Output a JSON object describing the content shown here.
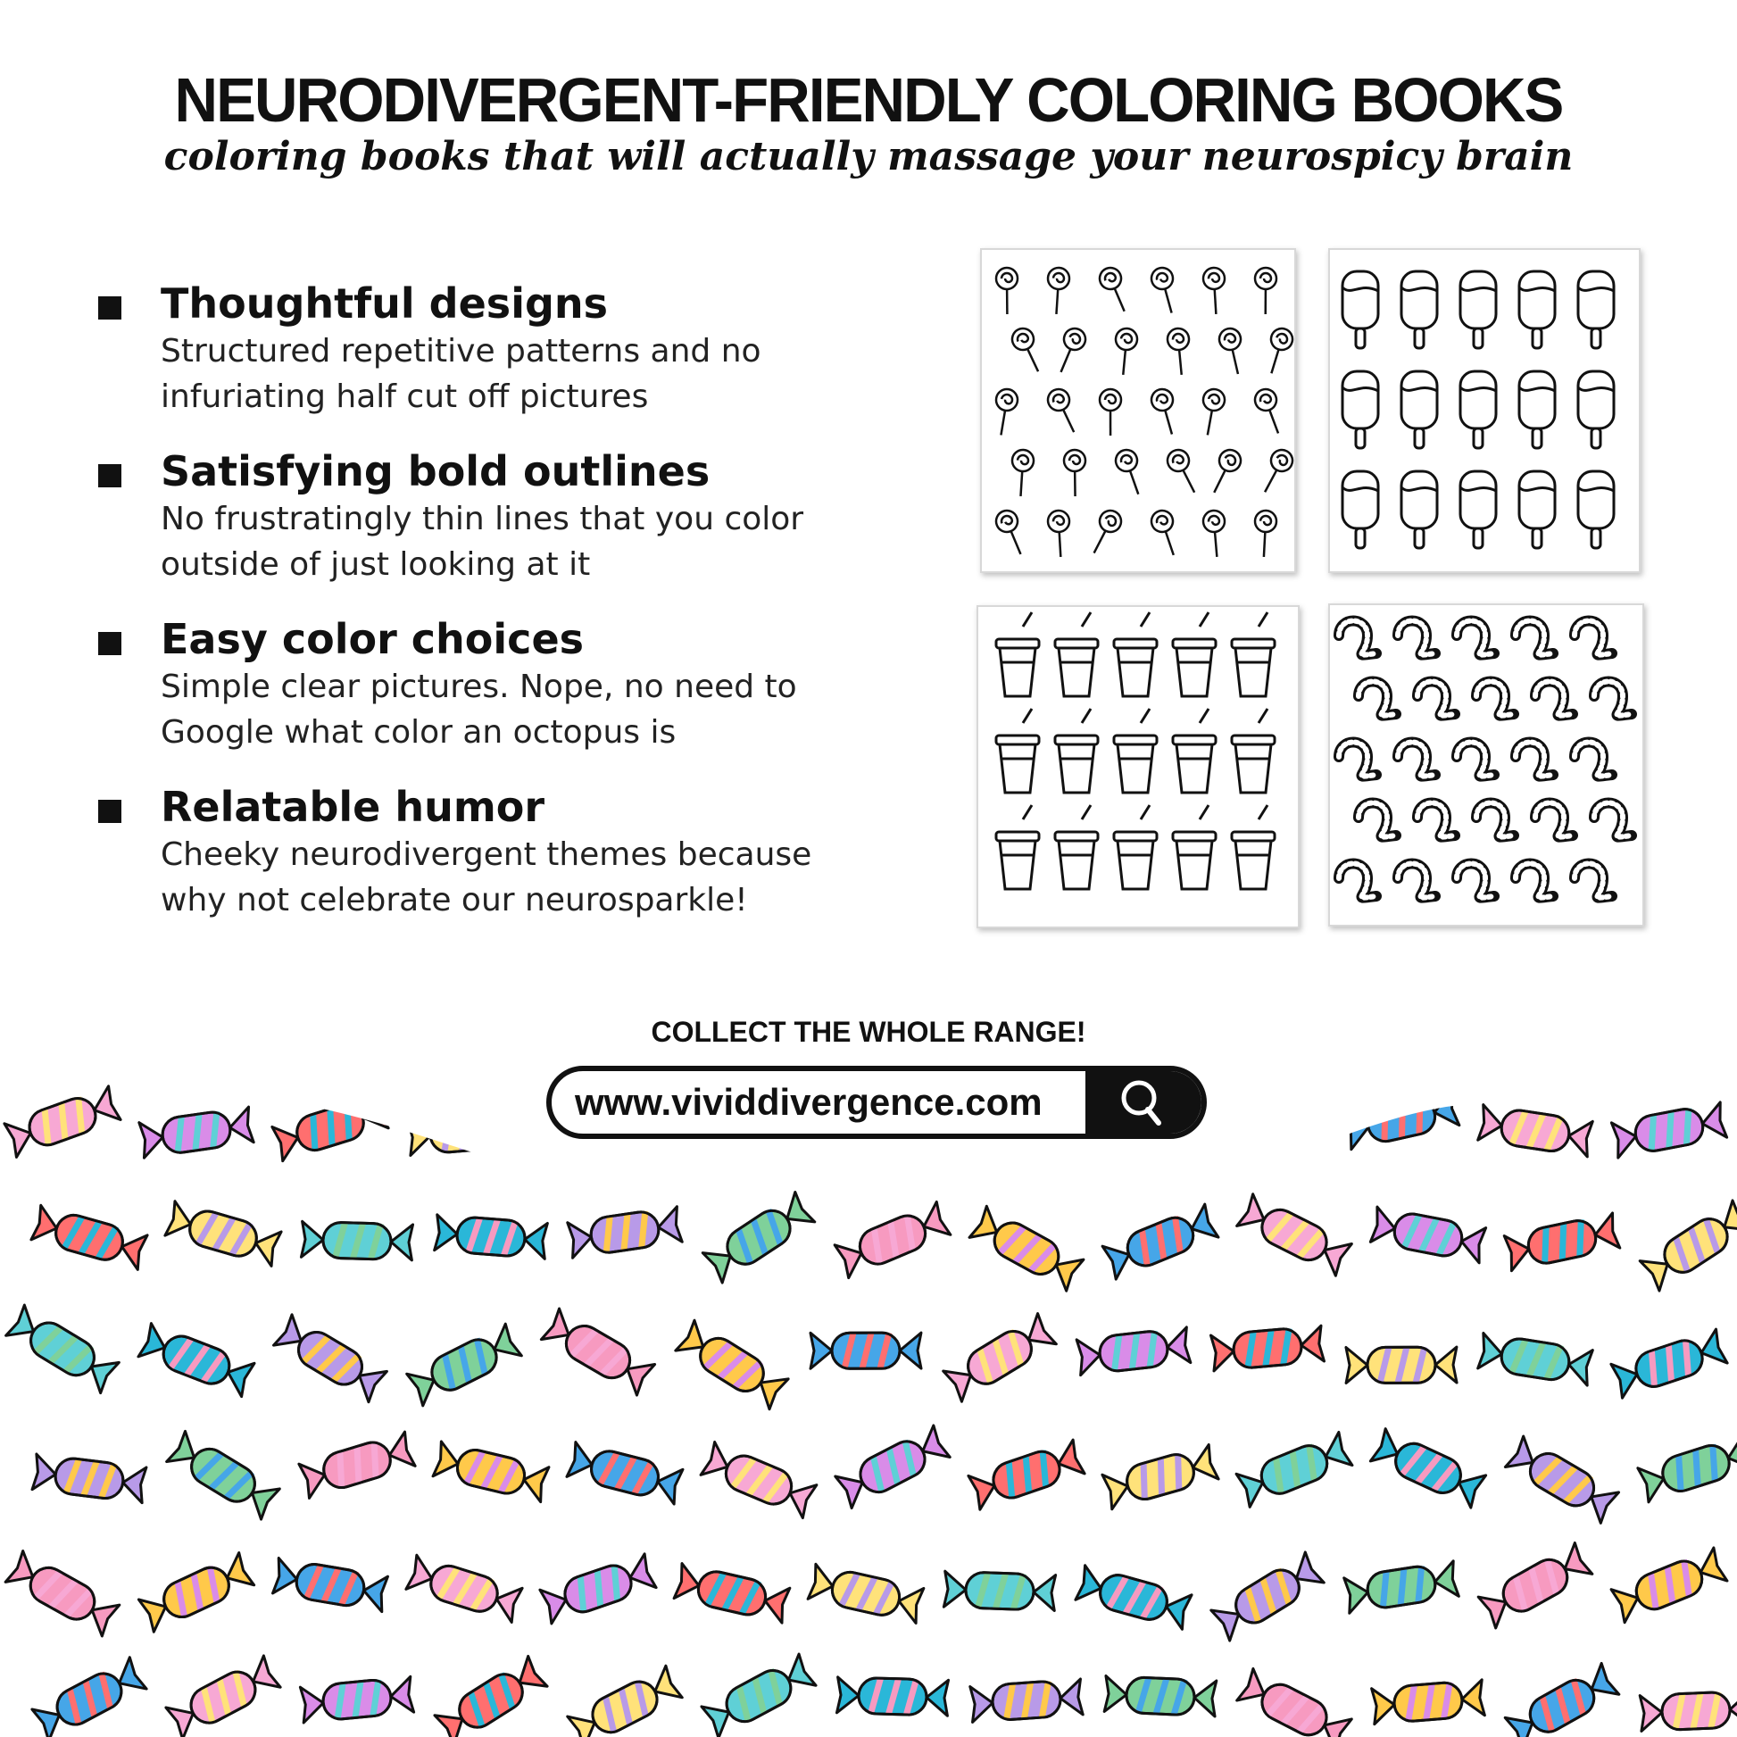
{
  "header": {
    "title": "NEURODIVERGENT-FRIENDLY COLORING BOOKS",
    "subtitle": "coloring books that will actually massage your neurospicy brain"
  },
  "features": [
    {
      "title": "Thoughtful designs",
      "line1": "Structured repetitive patterns and no",
      "line2": "infuriating half cut off pictures"
    },
    {
      "title": "Satisfying bold outlines",
      "line1": "No frustratingly thin lines that you color",
      "line2": "outside of just looking at it"
    },
    {
      "title": "Easy color choices",
      "line1": "Simple clear pictures. Nope, no need to",
      "line2": "Google what color an octopus is"
    },
    {
      "title": "Relatable humor",
      "line1": "Cheeky neurodivergent themes because",
      "line2": "why not celebrate our neurosparkle!"
    }
  ],
  "previews": [
    {
      "icon": "lollipop-pattern-icon"
    },
    {
      "icon": "popsicle-pattern-icon"
    },
    {
      "icon": "drink-cup-pattern-icon"
    },
    {
      "icon": "gummy-worm-pattern-icon"
    }
  ],
  "cta": {
    "collect": "COLLECT THE WHOLE RANGE!",
    "url": "www.vividdivergence.com",
    "search_icon": "search-icon"
  },
  "candy_palette": [
    "#f7a8d4",
    "#d98ce8",
    "#ff6f6f",
    "#ffe27a",
    "#5fd0d6",
    "#2ab7d8",
    "#b89ae8",
    "#7fd19a",
    "#f79ac0",
    "#ffc94a",
    "#46a6e8"
  ]
}
